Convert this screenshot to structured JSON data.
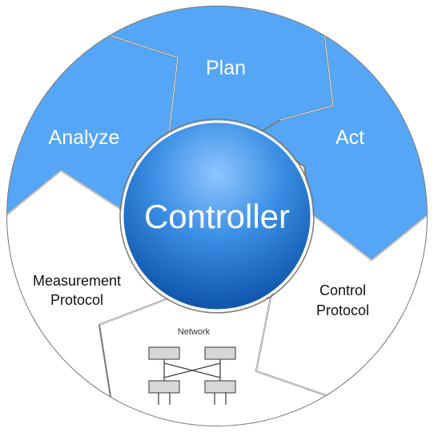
{
  "center": {
    "label": "Controller"
  },
  "segments": [
    {
      "id": "plan",
      "label": "Plan"
    },
    {
      "id": "act",
      "label": "Act"
    },
    {
      "id": "analyze",
      "label": "Analyze"
    },
    {
      "id": "measurement",
      "lines": [
        "Measurement",
        "Protocol"
      ]
    },
    {
      "id": "control",
      "lines": [
        "Control",
        "Protocol"
      ]
    },
    {
      "id": "network",
      "label": "Network"
    }
  ],
  "colors": {
    "active_segment": "#55a6f6",
    "inactive_segment": "#ffffff",
    "outline": "#7b7b7b",
    "center_light": "#6fb2ff",
    "center_dark": "#0b5bb5"
  }
}
